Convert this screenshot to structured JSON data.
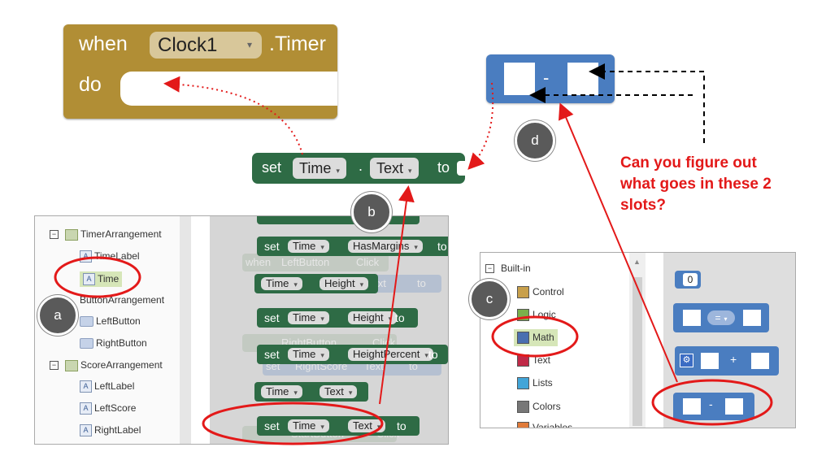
{
  "event_block": {
    "when": "when",
    "component": "Clock1",
    "dropdown_icon": "▾",
    "event": ".Timer",
    "do": "do"
  },
  "set_block_large": {
    "set": "set",
    "component": "Time",
    "property": "Text",
    "to": "to",
    "dropdown_icon": "▾"
  },
  "minus_block": {
    "operator": "-"
  },
  "badges": {
    "a": "a",
    "b": "b",
    "c": "c",
    "d": "d"
  },
  "question": "Can you figure out what goes in these 2 slots?",
  "components_tree": {
    "items": [
      {
        "label": "TimerArrangement",
        "kind": "arrangement"
      },
      {
        "label": "TimeLabel",
        "kind": "label"
      },
      {
        "label": "Time",
        "kind": "label"
      },
      {
        "label": "ButtonArrangement",
        "kind": "arrangement"
      },
      {
        "label": "LeftButton",
        "kind": "button"
      },
      {
        "label": "RightButton",
        "kind": "button"
      },
      {
        "label": "ScoreArrangement",
        "kind": "arrangement"
      },
      {
        "label": "LeftLabel",
        "kind": "label"
      },
      {
        "label": "LeftScore",
        "kind": "label"
      },
      {
        "label": "RightLabel",
        "kind": "label"
      }
    ],
    "label_icon": "A"
  },
  "drawer_blocks": [
    {
      "set": "set",
      "component": "Time",
      "property": "HasMargins",
      "to": "to"
    },
    {
      "component": "Time",
      "property": "Height"
    },
    {
      "set": "set",
      "component": "Time",
      "property": "Height",
      "to": "to"
    },
    {
      "set": "set",
      "component": "Time",
      "property": "HeightPercent",
      "to": "to"
    },
    {
      "component": "Time",
      "property": "Text"
    },
    {
      "set": "set",
      "component": "Time",
      "property": "Text",
      "to": "to"
    }
  ],
  "ghost_texts": {
    "g1": "when",
    "g2": "LeftButton",
    "g3": "Click",
    "g4": "Text",
    "g5": "to",
    "g6": "RightButton",
    "g7": "Click",
    "g8": "set",
    "g9": "RightScore",
    "g10": "Text",
    "g11": "to",
    "g12": "StartButton",
    "g13": "Click"
  },
  "builtin": {
    "header": "Built-in",
    "items": [
      {
        "label": "Control",
        "color": "#c8a04c"
      },
      {
        "label": "Logic",
        "color": "#7bb04b"
      },
      {
        "label": "Math",
        "color": "#4a6fb0"
      },
      {
        "label": "Text",
        "color": "#c02a48"
      },
      {
        "label": "Lists",
        "color": "#42a5d8"
      },
      {
        "label": "Colors",
        "color": "#777777"
      },
      {
        "label": "Variables",
        "color": "#e07b3a"
      }
    ],
    "math_blocks": {
      "number": "0",
      "equals": "=",
      "plus": "+",
      "minus": "-",
      "gear": "⚙"
    }
  },
  "colors": {
    "event": "#b18e35",
    "setter": "#2e6b45",
    "math": "#4a7dc0",
    "highlight": "#e31919"
  }
}
